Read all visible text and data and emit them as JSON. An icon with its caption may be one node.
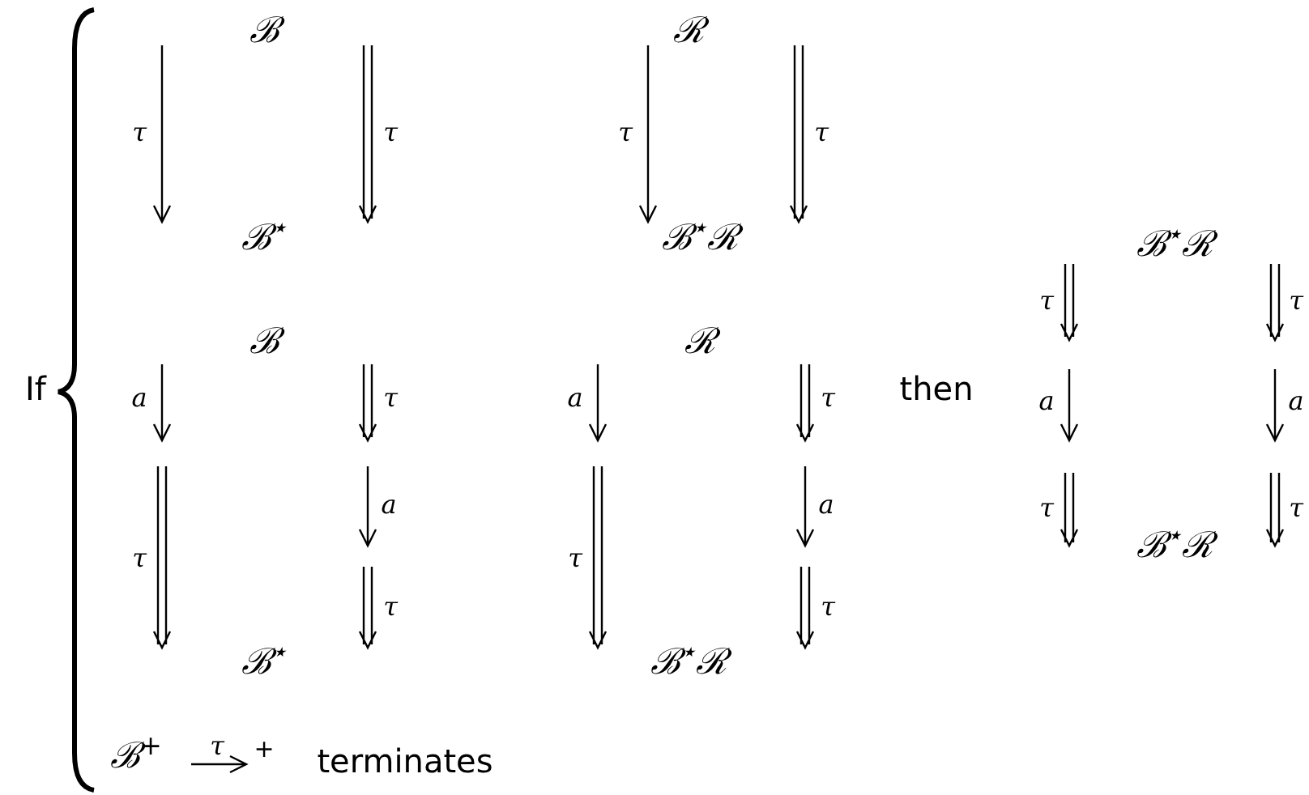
{
  "diagram": {
    "labels": [
      "ℬ",
      "ℛ",
      "τ",
      "τ",
      "τ",
      "τ",
      "ℬ$^{⋆}$",
      "ℬ$^{⋆}$ℛ",
      "ℬ$^{⋆}$ℛ",
      "τ",
      "τ",
      "ℬ",
      "ℛ",
      "If",
      "then",
      "a",
      "τ",
      "a",
      "τ",
      "a",
      "a",
      "a",
      "a",
      "τ",
      "τ",
      "ℬ$^{⋆}$ℛ",
      "τ",
      "τ",
      "τ",
      "τ",
      "ℬ$^{⋆}$",
      "ℬ$^{⋆}$ℛ",
      "ℬ$^{+}$",
      "τ",
      "+",
      "terminates"
    ]
  }
}
